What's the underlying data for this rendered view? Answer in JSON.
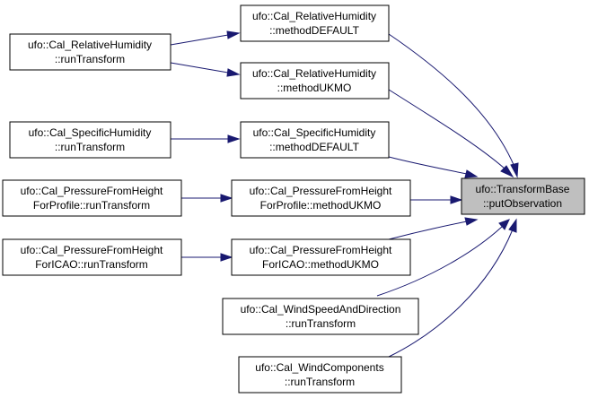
{
  "nodes": {
    "target": {
      "line1": "ufo::TransformBase",
      "line2": "::putObservation"
    },
    "rh_default": {
      "line1": "ufo::Cal_RelativeHumidity",
      "line2": "::methodDEFAULT"
    },
    "rh_ukmo": {
      "line1": "ufo::Cal_RelativeHumidity",
      "line2": "::methodUKMO"
    },
    "rh_run": {
      "line1": "ufo::Cal_RelativeHumidity",
      "line2": "::runTransform"
    },
    "sh_default": {
      "line1": "ufo::Cal_SpecificHumidity",
      "line2": "::methodDEFAULT"
    },
    "sh_run": {
      "line1": "ufo::Cal_SpecificHumidity",
      "line2": "::runTransform"
    },
    "pfp_ukmo": {
      "line1": "ufo::Cal_PressureFromHeight",
      "line2": "ForProfile::methodUKMO"
    },
    "pfp_run": {
      "line1": "ufo::Cal_PressureFromHeight",
      "line2": "ForProfile::runTransform"
    },
    "pfi_ukmo": {
      "line1": "ufo::Cal_PressureFromHeight",
      "line2": "ForICAO::methodUKMO"
    },
    "pfi_run": {
      "line1": "ufo::Cal_PressureFromHeight",
      "line2": "ForICAO::runTransform"
    },
    "wsd_run": {
      "line1": "ufo::Cal_WindSpeedAndDirection",
      "line2": "::runTransform"
    },
    "wc_run": {
      "line1": "ufo::Cal_WindComponents",
      "line2": "::runTransform"
    }
  },
  "colors": {
    "edge": "#191970",
    "target_fill": "#bfbfbf",
    "node_fill": "#ffffff",
    "border": "#000000"
  }
}
